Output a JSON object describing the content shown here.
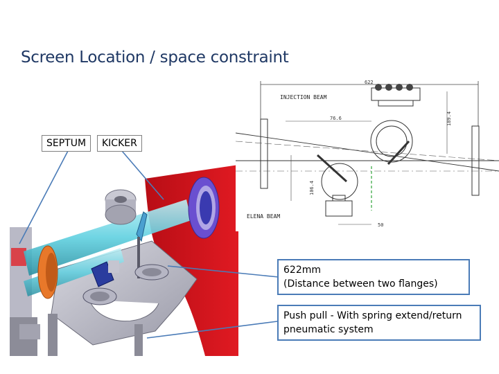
{
  "slide": {
    "title": "Screen Location / space constraint"
  },
  "labels": {
    "septum": "SEPTUM",
    "kicker": "KICKER"
  },
  "callouts": {
    "distance_line1": "622mm",
    "distance_line2": "(Distance between two flanges)",
    "pushpull_line1": "Push pull - With spring extend/return",
    "pushpull_line2": "pneumatic system"
  },
  "drawing": {
    "overall_dimension": "622",
    "injection_beam": "INJECTION BEAM",
    "dim_76": "76.6",
    "dim_189": "189.4",
    "dim_106": "106.4",
    "elena_beam": "ELENA BEAM",
    "dim_50": "50"
  },
  "colors": {
    "title": "#1f3864",
    "callout_border": "#4a7bb7",
    "leader_line": "#4a7bb7",
    "red_panel": "#d7141e",
    "beam_pipe": "#5fd0e0",
    "orange_flange": "#e8782a"
  }
}
